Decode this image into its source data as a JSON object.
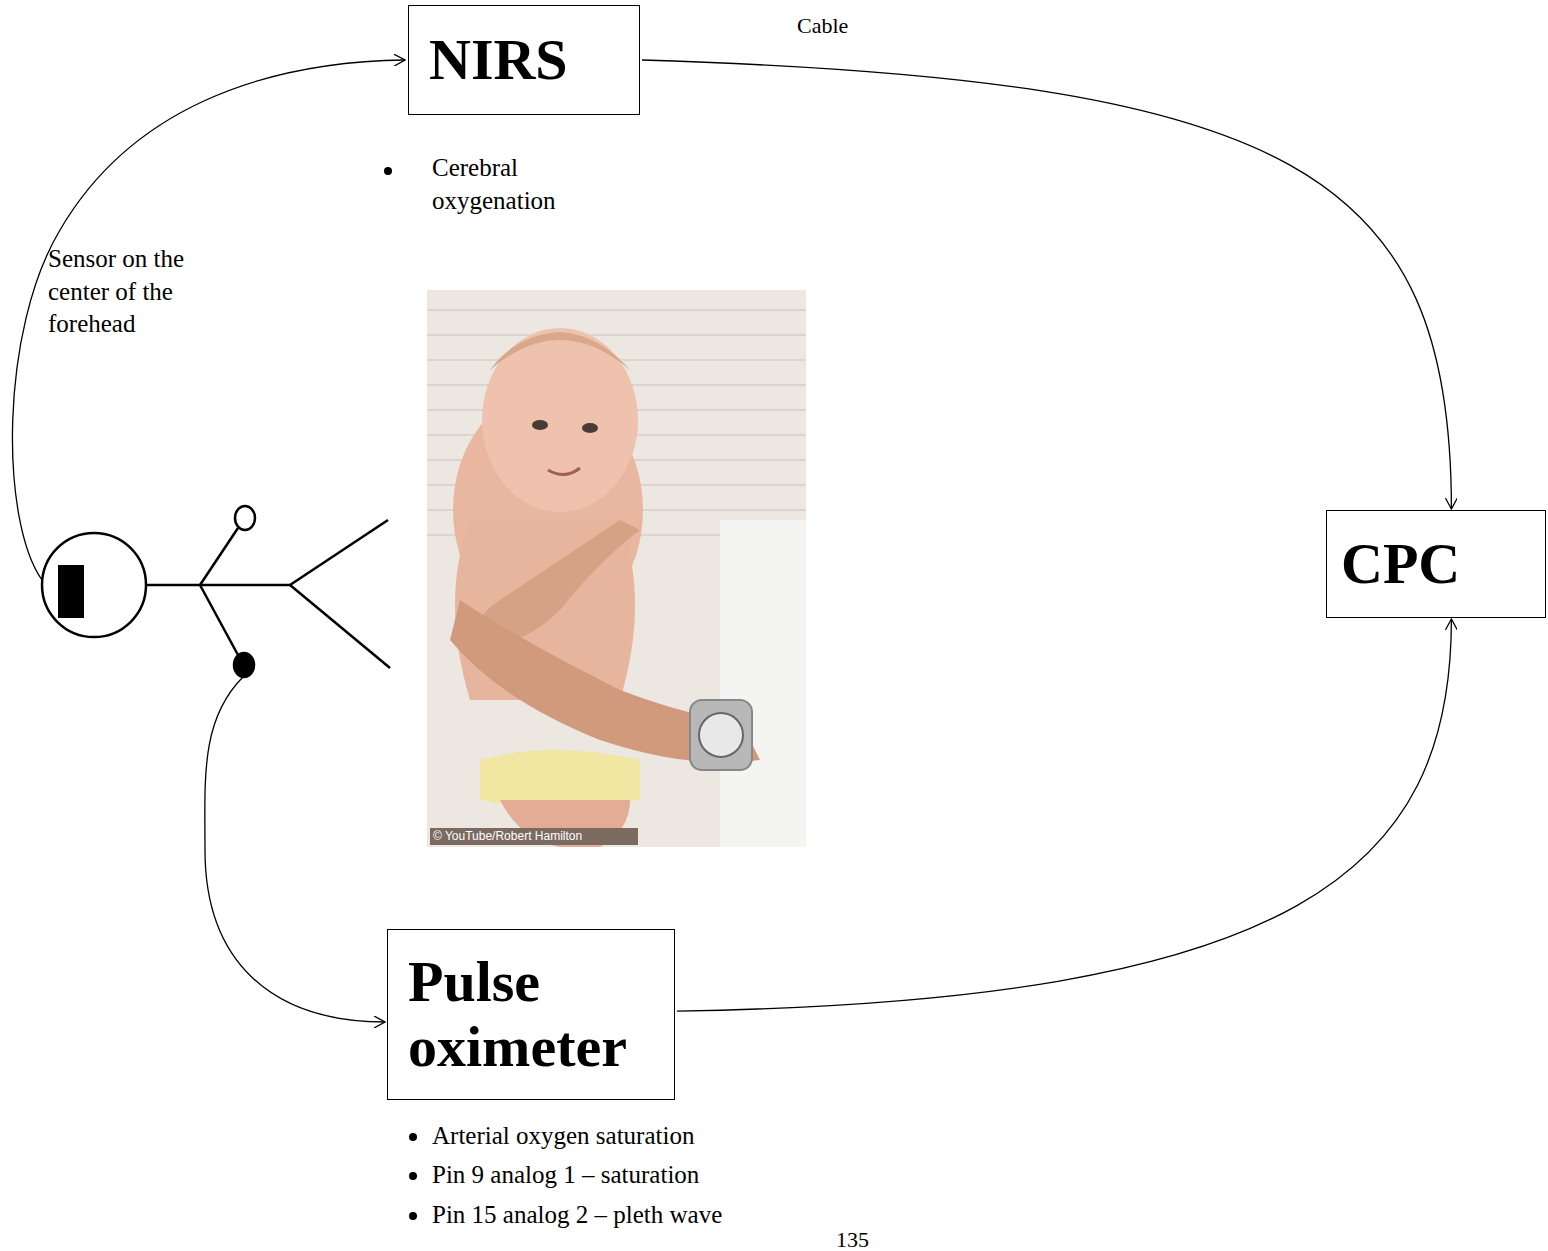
{
  "diagram": {
    "nodes": [
      {
        "text": [
          "NIRS"
        ]
      },
      {
        "text": [
          "CPC"
        ]
      },
      {
        "text": [
          "Pulse oximeter"
        ]
      }
    ],
    "edges": [
      {
        "from": 0,
        "to": 1,
        "arrow": "to",
        "label": "Cable"
      },
      {
        "from": 2,
        "to": 1,
        "arrow": "to"
      }
    ],
    "labels": [
      "Cerebral oxygenation",
      "Sensor on the center of the forehead",
      "© YouTube/Robert Hamilton",
      "Arterial oxygen saturation",
      "Pin 9 analog 1 – saturation",
      "Pin 15 analog 2 – pleth wave",
      "135"
    ]
  }
}
